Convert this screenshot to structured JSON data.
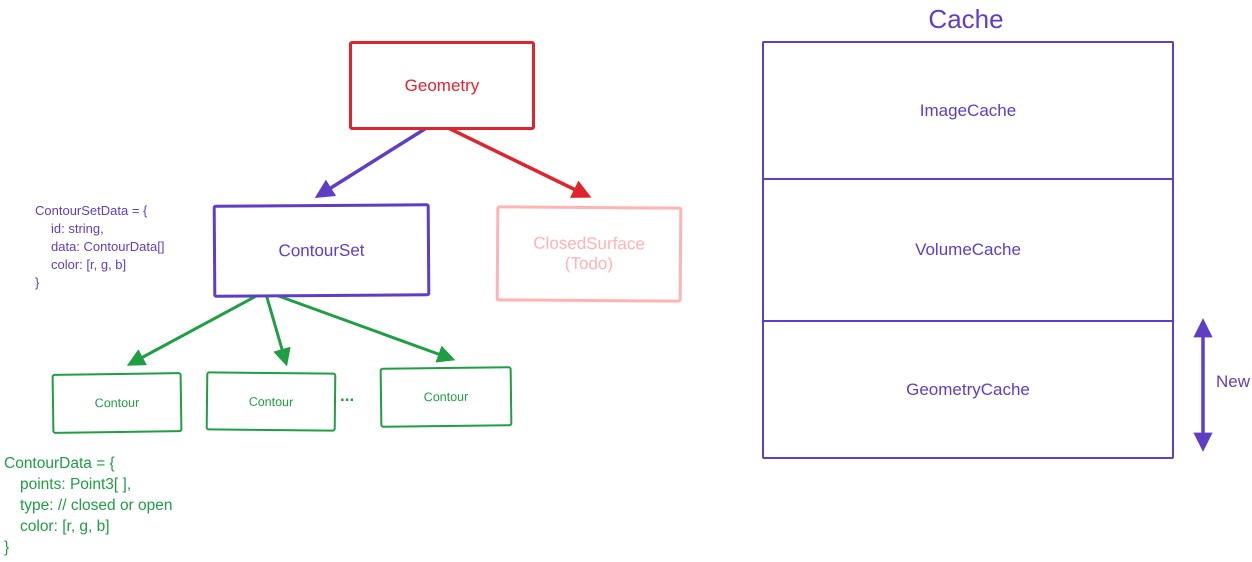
{
  "colors": {
    "red": "#e0242e",
    "purple": "#5f3dc4",
    "pink": "#ffb3b3",
    "green": "#1f9e44"
  },
  "tree": {
    "geometry": {
      "label": "Geometry"
    },
    "contour_set": {
      "label": "ContourSet"
    },
    "closed_surface": {
      "line1": "ClosedSurface",
      "line2": "(Todo)"
    },
    "contours": [
      {
        "label": "Contour"
      },
      {
        "label": "Contour"
      },
      {
        "label": "Contour"
      }
    ],
    "ellipsis": "..."
  },
  "annotations": {
    "contour_set_data": {
      "lines": [
        "ContourSetData = {",
        "id: string,",
        "data: ContourData[]",
        "color: [r, g, b]",
        "}"
      ]
    },
    "contour_data": {
      "lines": [
        "ContourData = {",
        "points: Point3[ ],",
        "type: // closed or open",
        "color: [r, g, b]",
        "}"
      ]
    }
  },
  "cache": {
    "title": "Cache",
    "sections": [
      {
        "label": "ImageCache"
      },
      {
        "label": "VolumeCache"
      },
      {
        "label": "GeometryCache"
      }
    ],
    "new_label": "New"
  }
}
